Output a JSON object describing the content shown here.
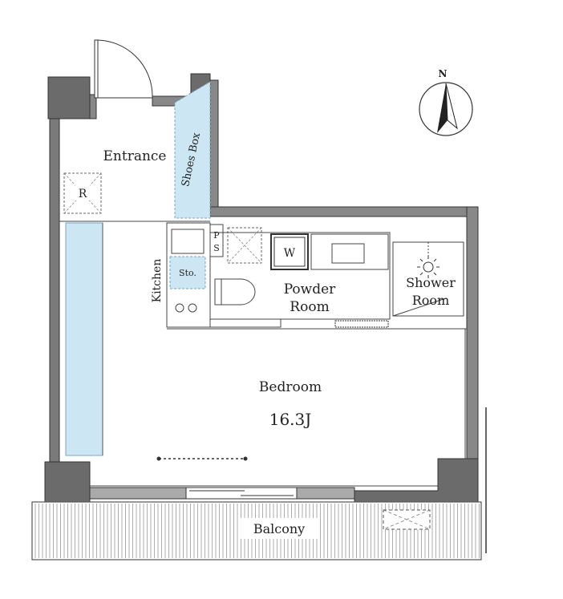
{
  "labels": {
    "entrance": "Entrance",
    "shoes_box": "Shoes Box",
    "refrigerator": "R",
    "kitchen": "Kitchen",
    "storage": "Sto.",
    "pipe_space_p": "P",
    "pipe_space_s": "S",
    "washer": "W",
    "powder_room_line1": "Powder",
    "powder_room_line2": "Room",
    "shower_room_line1": "Shower",
    "shower_room_line2": "Room",
    "bedroom": "Bedroom",
    "bedroom_size": "16.3J",
    "balcony": "Balcony",
    "north": "N"
  },
  "colors": {
    "wall_fill": "#6b6b6b",
    "wall_stroke": "#3a3a3a",
    "line": "#333333",
    "storage_fill": "#cce7f3",
    "storage_stroke": "#7aa7bf"
  }
}
